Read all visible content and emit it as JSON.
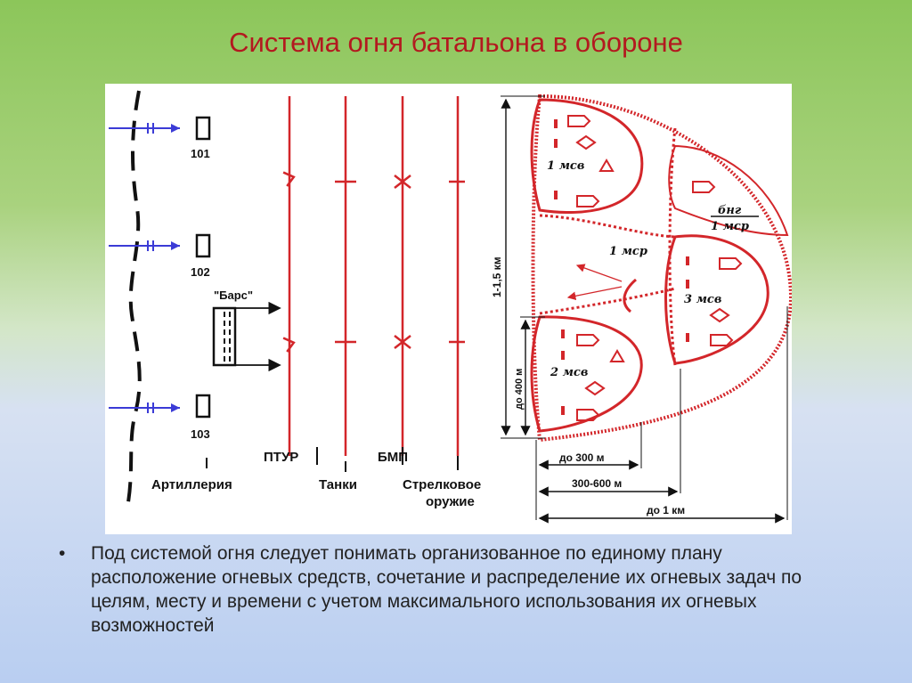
{
  "slide": {
    "title": "Система огня батальона в обороне",
    "bullet": "•",
    "text": "Под системой огня следует понимать организованное по единому плану расположение огневых средств, сочетание и распределение их огневых задач по целям, месту и времени с учетом максимального использования их огневых возможностей"
  },
  "diagram": {
    "artillery_units": [
      "101",
      "102",
      "103"
    ],
    "bars_label": "\"Барс\"",
    "columns": {
      "ptur": "ПТУР",
      "bmp": "БМП",
      "artillery": "Артиллерия",
      "tanks": "Танки",
      "small_arms_1": "Стрелковое",
      "small_arms_2": "оружие"
    },
    "positions": {
      "msv1": "1 мсв",
      "msv2": "2 мсв",
      "msv3": "3 мсв",
      "msr1": "1 мср",
      "bng": "бнг",
      "msr_bng": "1 мср"
    },
    "dimensions": {
      "depth_total": "1-1,5 км",
      "depth_platoon": "до 400 м",
      "width_300": "до 300 м",
      "width_300_600": "300-600 м",
      "width_1km": "до 1 км"
    },
    "colors": {
      "title_red": "#b3191f",
      "diagram_red": "#d3262a",
      "arrow_blue": "#3b3bd6"
    }
  }
}
